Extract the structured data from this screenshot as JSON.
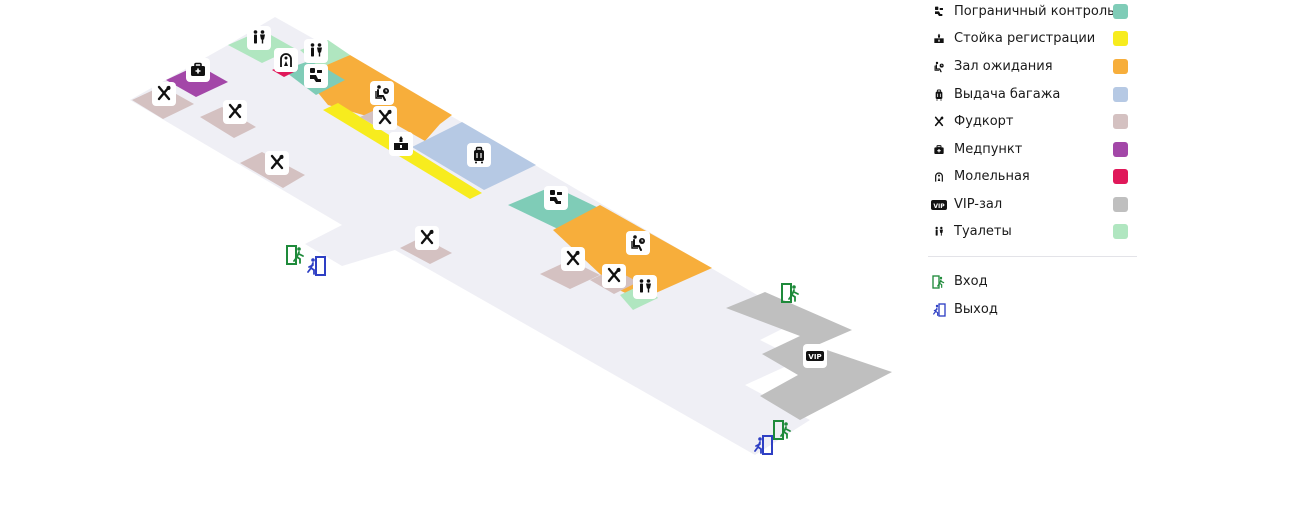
{
  "colors": {
    "floor": "#efeff5",
    "border_control": "#7fccb7",
    "checkin": "#f7ec1e",
    "waiting": "#f7ae3b",
    "baggage": "#b6c9e4",
    "foodcourt": "#d4c1c1",
    "medical": "#a347a8",
    "prayer": "#e0185a",
    "vip": "#bfbfbf",
    "toilets": "#b0e6c0",
    "entrance_icon": "#1e8a3a",
    "exit_icon": "#2e3fc4"
  },
  "legend": {
    "zones": [
      {
        "id": "border",
        "label": "Пограничный контроль",
        "icon": "border-control-icon",
        "color": "#7fccb7"
      },
      {
        "id": "checkin",
        "label": "Стойка регистрации",
        "icon": "checkin-desk-icon",
        "color": "#f7ec1e"
      },
      {
        "id": "waiting",
        "label": "Зал ожидания",
        "icon": "waiting-hall-icon",
        "color": "#f7ae3b"
      },
      {
        "id": "baggage",
        "label": "Выдача багажа",
        "icon": "baggage-icon",
        "color": "#b6c9e4"
      },
      {
        "id": "food",
        "label": "Фудкорт",
        "icon": "foodcourt-icon",
        "color": "#d4c1c1"
      },
      {
        "id": "medical",
        "label": "Медпункт",
        "icon": "medical-icon",
        "color": "#a347a8"
      },
      {
        "id": "prayer",
        "label": "Молельная",
        "icon": "prayer-room-icon",
        "color": "#e0185a"
      },
      {
        "id": "vip",
        "label": "VIP-зал",
        "icon": "vip-icon",
        "color": "#bfbfbf"
      },
      {
        "id": "toilets",
        "label": "Туалеты",
        "icon": "toilets-icon",
        "color": "#b0e6c0"
      }
    ],
    "access": [
      {
        "id": "entrance",
        "label": "Вход",
        "icon": "entrance-icon"
      },
      {
        "id": "exit",
        "label": "Выход",
        "icon": "exit-icon"
      }
    ]
  },
  "map": {
    "vip_badge": "VIP"
  }
}
